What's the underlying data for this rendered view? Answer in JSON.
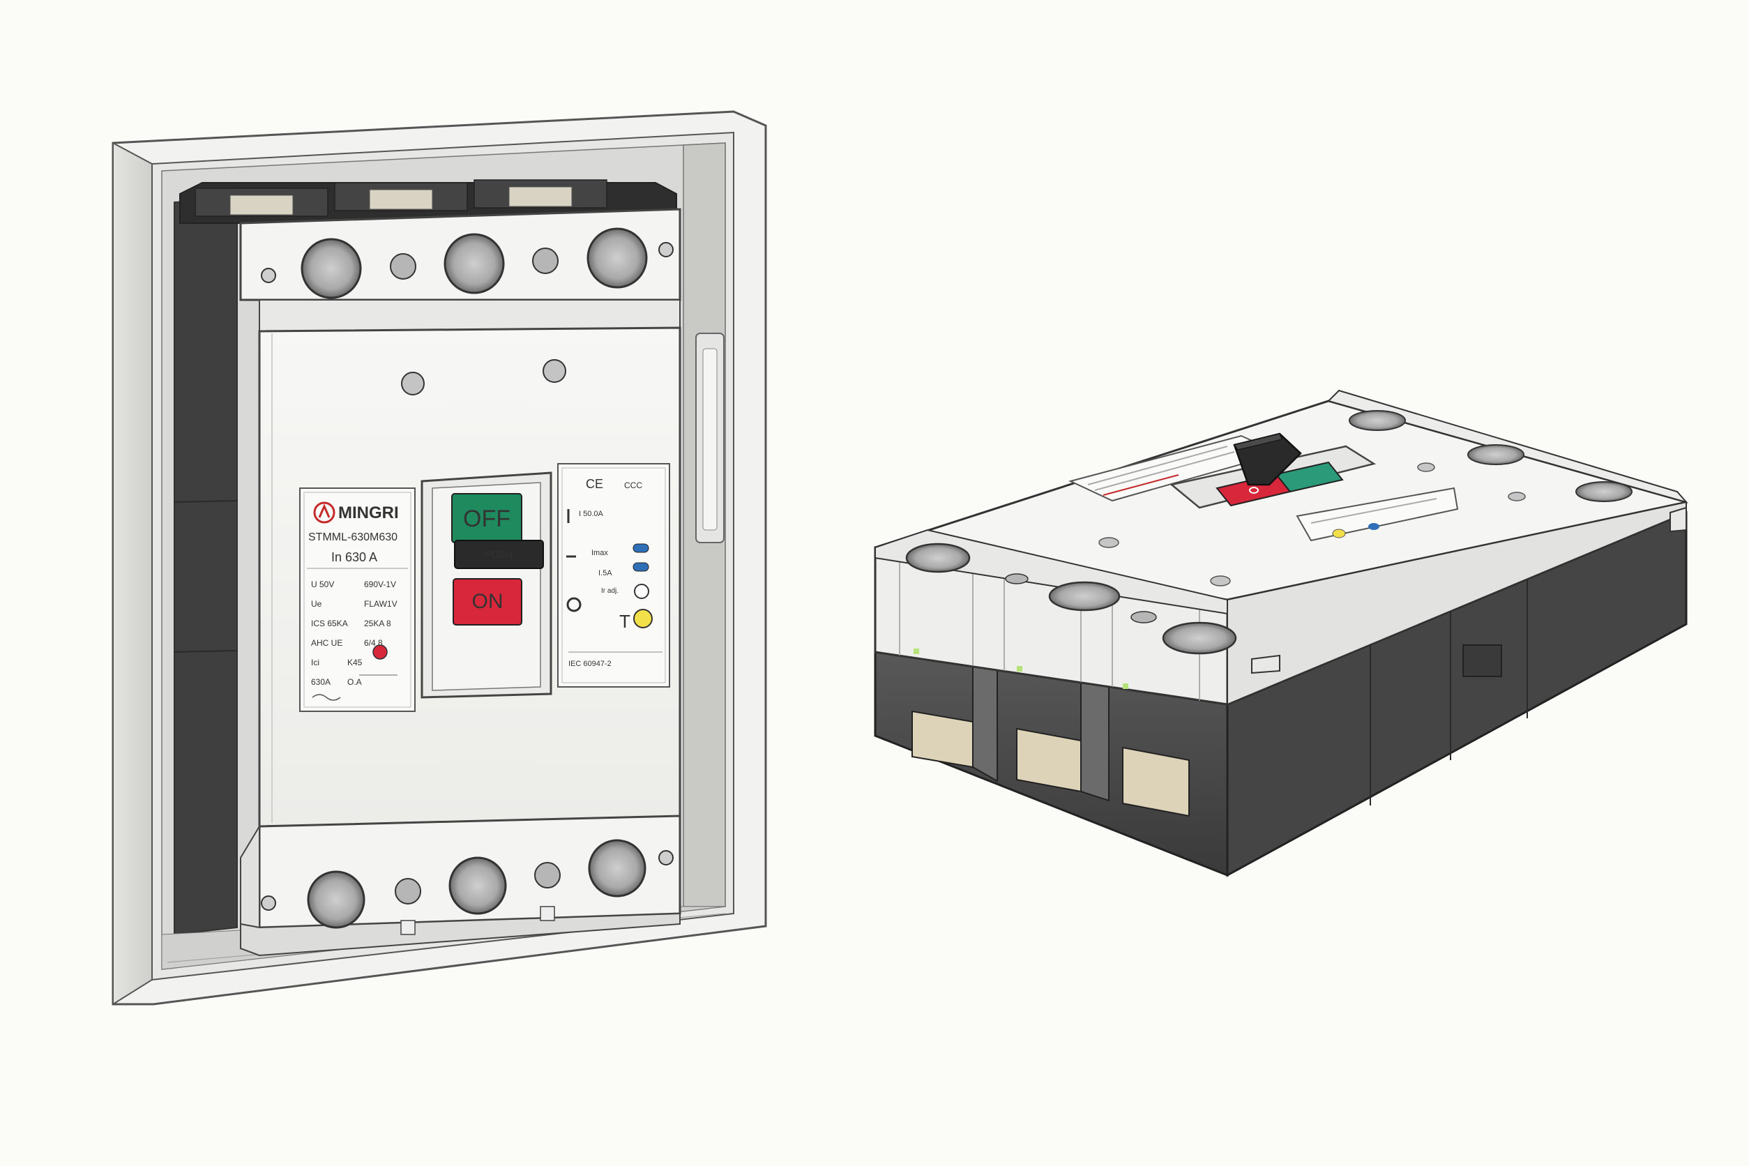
{
  "front_breaker": {
    "brand": "MINGRI",
    "model": "STMML-630M630",
    "rating": "In 630 A",
    "spec_lines": [
      {
        "left": "U 50V",
        "right": "690V-1V"
      },
      {
        "left": "Ue",
        "right": "FLAW1V"
      },
      {
        "left": "ICS 65KA",
        "right": "25KA 8"
      },
      {
        "left": "AHC UE",
        "right": "6/4 8"
      },
      {
        "left": "Ici",
        "right": "K45"
      },
      {
        "left": "630A",
        "right": "O.A"
      }
    ],
    "toggle_off": "OFF",
    "toggle_on": "ON",
    "toggle_handle": "PUSH",
    "right_label": {
      "cert_marks": [
        "CE",
        "CCC"
      ],
      "lines": [
        "I 50.0A",
        "Imax",
        "I.5A",
        "Ir adj."
      ],
      "trip_mark": "T",
      "footer": "IEC 60947-2"
    },
    "colors": {
      "off": "#1e8a5e",
      "on": "#d8263a",
      "brand_red": "#c42a2a",
      "indicator_yellow": "#f2e04a",
      "indicator_blue": "#2f6fb8"
    }
  },
  "iso_breaker": {
    "handle_window_color": "#d8263a",
    "accent_green": "#2a9a78"
  }
}
